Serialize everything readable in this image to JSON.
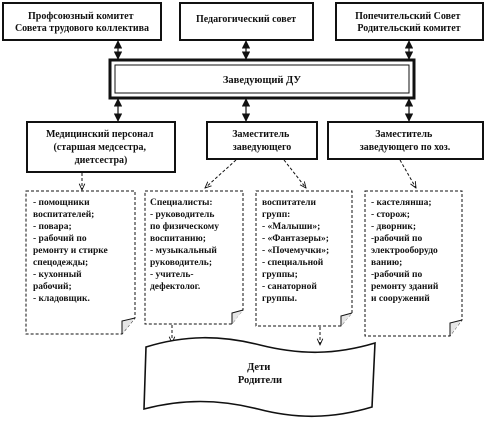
{
  "top_boxes": {
    "left": {
      "lines": [
        "Профсоюзный комитет",
        "Совета трудового коллектива"
      ]
    },
    "center": {
      "lines": [
        "Педагогический совет"
      ]
    },
    "right": {
      "lines": [
        "Попечительский Совет",
        "Родительский комитет"
      ]
    }
  },
  "head_box": {
    "lines": [
      "Заведующий ДУ"
    ]
  },
  "mid_boxes": {
    "left": {
      "lines": [
        "Медицинский персонал",
        "(старшая медсестра,",
        "диетсестра)"
      ]
    },
    "center": {
      "lines": [
        "Заместитель",
        "заведующего"
      ]
    },
    "right": {
      "lines": [
        "Заместитель",
        "заведующего по хоз."
      ]
    }
  },
  "notes": {
    "medical": {
      "lines": [
        "- помощники",
        "воспитателей;",
        "- повара;",
        "- рабочий по",
        "ремонту и стирке",
        "спецодежды;",
        "- кухонный",
        "рабочий;",
        "- кладовщик."
      ]
    },
    "specialists": {
      "lines": [
        "Специалисты:",
        "- руководитель",
        "по физическому",
        "воспитанию;",
        "- музыкальный",
        "руководитель;",
        "- учитель-",
        "дефектолог."
      ]
    },
    "educators": {
      "lines": [
        "воспитатели",
        "групп:",
        "- «Малыши»;",
        "- «Фантазеры»;",
        "- «Почемучки»;",
        "- специальной",
        "группы;",
        "- санаторной",
        "группы."
      ]
    },
    "household": {
      "lines": [
        "- кастелянша;",
        "- сторож;",
        "- дворник;",
        "-рабочий по",
        "электрооборудо",
        "ванию;",
        "-рабочий по",
        "ремонту зданий",
        "и сооружений"
      ]
    }
  },
  "bottom_banner": {
    "lines": [
      "Дети",
      "Родители"
    ]
  }
}
